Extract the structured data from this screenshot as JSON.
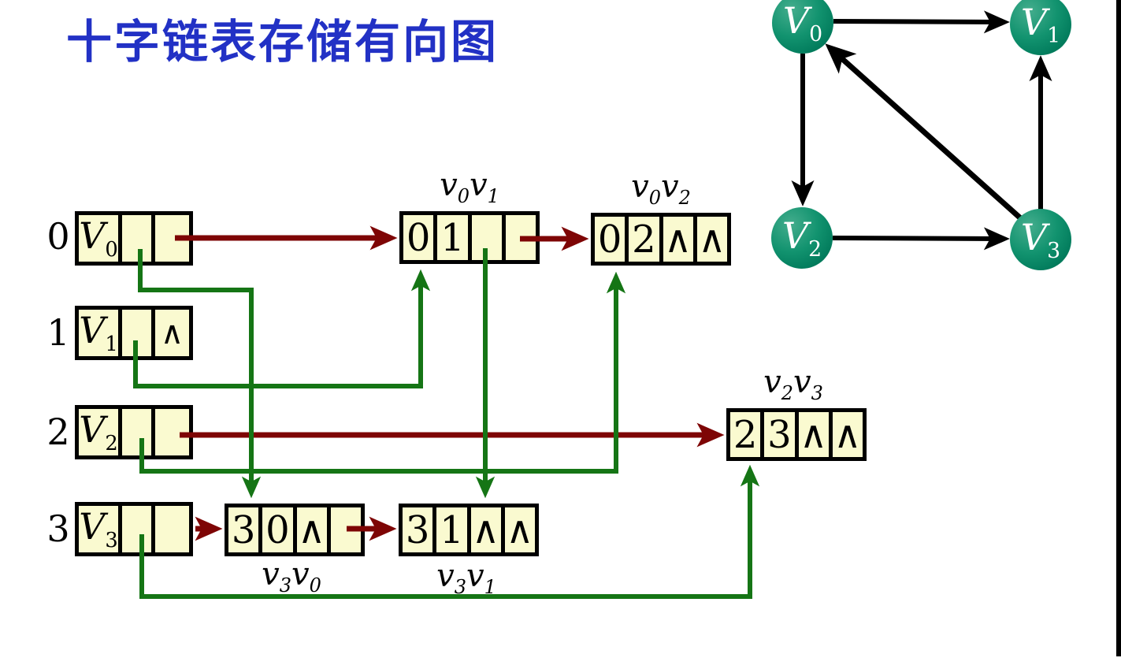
{
  "title": "十字链表存储有向图",
  "colors": {
    "title_blue": "#2231C5",
    "firstout_arrow_red": "#7E0505",
    "firstin_arrow_green": "#157515",
    "node_fill_yellow": "#FAFAD0",
    "vertex_circle_green": "#00795a",
    "line_black": "#000000"
  },
  "graph": {
    "vertices": [
      {
        "base": "V",
        "sub": "0"
      },
      {
        "base": "V",
        "sub": "1"
      },
      {
        "base": "V",
        "sub": "2"
      },
      {
        "base": "V",
        "sub": "3"
      }
    ],
    "edges": [
      "v0→v1",
      "v0→v2",
      "v2→v3",
      "v3→v1",
      "v3→v0"
    ]
  },
  "list": {
    "rows": [
      {
        "index": "0"
      },
      {
        "index": "1"
      },
      {
        "index": "2"
      },
      {
        "index": "3"
      }
    ],
    "vertex_nodes": [
      {
        "data": {
          "base": "V",
          "sub": "0"
        },
        "firstin": "",
        "firstout": ""
      },
      {
        "data": {
          "base": "V",
          "sub": "1"
        },
        "firstin": "",
        "firstout": "∧"
      },
      {
        "data": {
          "base": "V",
          "sub": "2"
        },
        "firstin": "",
        "firstout": ""
      },
      {
        "data": {
          "base": "V",
          "sub": "3"
        },
        "firstin": "",
        "firstout": ""
      }
    ],
    "edge_nodes": [
      {
        "tailvex": "0",
        "headvex": "1",
        "hlink": "",
        "tlink": "",
        "label": [
          {
            "b": "v",
            "s": "0"
          },
          {
            "b": "v",
            "s": "1"
          }
        ]
      },
      {
        "tailvex": "0",
        "headvex": "2",
        "hlink": "∧",
        "tlink": "∧",
        "label": [
          {
            "b": "v",
            "s": "0"
          },
          {
            "b": "v",
            "s": "2"
          }
        ]
      },
      {
        "tailvex": "2",
        "headvex": "3",
        "hlink": "∧",
        "tlink": "∧",
        "label": [
          {
            "b": "v",
            "s": "2"
          },
          {
            "b": "v",
            "s": "3"
          }
        ]
      },
      {
        "tailvex": "3",
        "headvex": "0",
        "hlink": "∧",
        "tlink": "",
        "label": [
          {
            "b": "v",
            "s": "3"
          },
          {
            "b": "v",
            "s": "0"
          }
        ]
      },
      {
        "tailvex": "3",
        "headvex": "1",
        "hlink": "∧",
        "tlink": "∧",
        "label": [
          {
            "b": "v",
            "s": "3"
          },
          {
            "b": "v",
            "s": "1"
          }
        ]
      }
    ]
  }
}
